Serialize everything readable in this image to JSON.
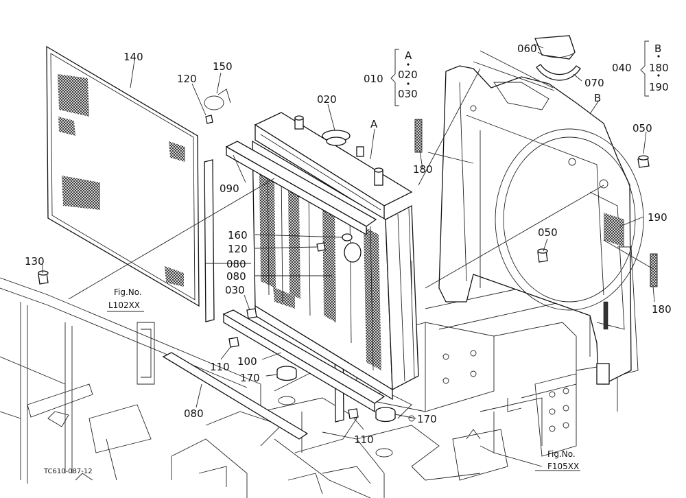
{
  "drawing_code": "TC610-087-12",
  "parts": [
    {
      "id": "lbl-140",
      "text": "140"
    },
    {
      "id": "lbl-120a",
      "text": "120"
    },
    {
      "id": "lbl-150",
      "text": "150"
    },
    {
      "id": "lbl-020",
      "text": "020"
    },
    {
      "id": "lbl-A",
      "text": "A"
    },
    {
      "id": "lbl-090",
      "text": "090"
    },
    {
      "id": "lbl-160",
      "text": "160"
    },
    {
      "id": "lbl-120b",
      "text": "120"
    },
    {
      "id": "lbl-080a",
      "text": "080"
    },
    {
      "id": "lbl-080b",
      "text": "080"
    },
    {
      "id": "lbl-030",
      "text": "030"
    },
    {
      "id": "lbl-130",
      "text": "130"
    },
    {
      "id": "lbl-110a",
      "text": "110"
    },
    {
      "id": "lbl-100",
      "text": "100"
    },
    {
      "id": "lbl-170a",
      "text": "170"
    },
    {
      "id": "lbl-080c",
      "text": "080"
    },
    {
      "id": "lbl-110b",
      "text": "110"
    },
    {
      "id": "lbl-170b",
      "text": "170"
    },
    {
      "id": "lbl-060",
      "text": "060"
    },
    {
      "id": "lbl-070",
      "text": "070"
    },
    {
      "id": "lbl-B",
      "text": "B"
    },
    {
      "id": "lbl-050a",
      "text": "050"
    },
    {
      "id": "lbl-180a",
      "text": "180"
    },
    {
      "id": "lbl-190",
      "text": "190"
    },
    {
      "id": "lbl-050b",
      "text": "050"
    },
    {
      "id": "lbl-180b",
      "text": "180"
    }
  ],
  "groups": {
    "g010": {
      "code": "010",
      "items": [
        "A",
        "020",
        "030"
      ]
    },
    "g040": {
      "code": "040",
      "items": [
        "B",
        "180",
        "190"
      ]
    }
  },
  "fig_refs": {
    "left": {
      "line1": "Fig.No.",
      "line2": "L102XX"
    },
    "right": {
      "line1": "Fig.No.",
      "line2": "F105XX"
    }
  }
}
